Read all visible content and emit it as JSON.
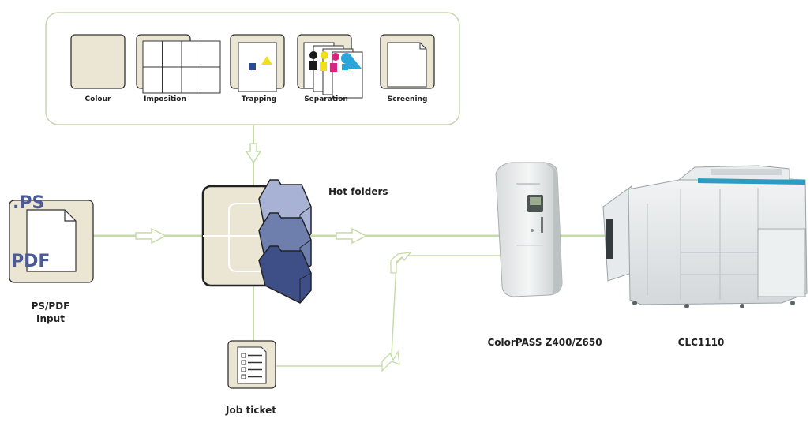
{
  "functions": [
    {
      "label": "Colour"
    },
    {
      "label": "Imposition"
    },
    {
      "label": "Trapping"
    },
    {
      "label": "Separation"
    },
    {
      "label": "Screening"
    }
  ],
  "input": {
    "icon_text_ps": ".PS",
    "icon_text_pdf": "PDF",
    "label_line1": "PS/PDF",
    "label_line2": "Input"
  },
  "hot_folders": {
    "label": "Hot folders"
  },
  "job_ticket": {
    "label": "Job ticket"
  },
  "controller": {
    "label": "ColorPASS Z400/Z650"
  },
  "printer": {
    "label": "CLC1110"
  },
  "colors": {
    "box_fill": "#ebe5d3",
    "box_stroke": "#333333",
    "flow_line": "#c5dca8",
    "panel_stroke": "#c8d6b0",
    "folder_light": "#a7b2d4",
    "folder_mid": "#6e7fae",
    "folder_dark": "#3d4f86",
    "text_blue": "#4a5b95",
    "cyan": "#2aa5d8",
    "magenta": "#d6267e",
    "yellow": "#f0df1c",
    "black": "#1a1a1a",
    "navy": "#2a4a9a"
  }
}
